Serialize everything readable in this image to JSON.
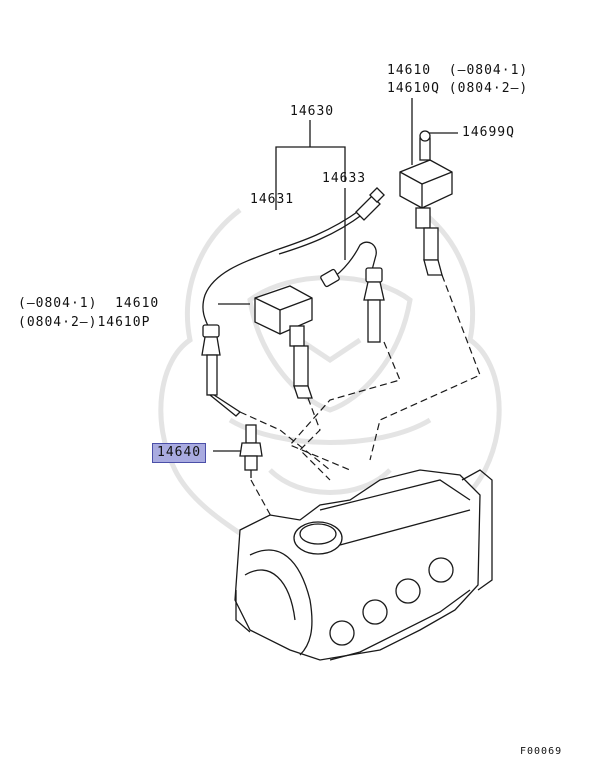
{
  "labels": {
    "coil_upper_a": "14610  (—0804·1)",
    "coil_upper_b": "14610Q (0804·2—)",
    "bolt": "14699Q",
    "wire_set": "14630",
    "wire_short": "14633",
    "wire_long": "14631",
    "coil_lower_a": "(—0804·1)  14610",
    "coil_lower_b": "(0804·2—)14610P",
    "spark_plug": "14640",
    "figure_code": "F00069"
  },
  "colors": {
    "line": "#1a1a1a",
    "highlight_fill": "#a9abe0",
    "highlight_border": "#4b4fa8",
    "watermark": "#e4e4e4"
  }
}
